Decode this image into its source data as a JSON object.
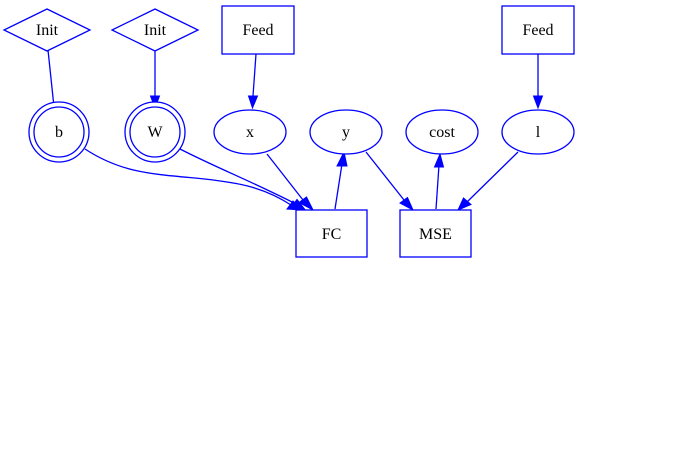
{
  "colors": {
    "stroke": "#0000ff",
    "fill": "#ffffff",
    "text": "#000000"
  },
  "nodes": {
    "init_b": {
      "label": "Init",
      "shape": "diamond"
    },
    "init_w": {
      "label": "Init",
      "shape": "diamond"
    },
    "feed_x": {
      "label": "Feed",
      "shape": "box"
    },
    "feed_l": {
      "label": "Feed",
      "shape": "box"
    },
    "b": {
      "label": "b",
      "shape": "doublecircle"
    },
    "w": {
      "label": "W",
      "shape": "doublecircle"
    },
    "x": {
      "label": "x",
      "shape": "ellipse"
    },
    "y": {
      "label": "y",
      "shape": "ellipse"
    },
    "cost": {
      "label": "cost",
      "shape": "ellipse"
    },
    "l": {
      "label": "l",
      "shape": "ellipse"
    },
    "fc": {
      "label": "FC",
      "shape": "box"
    },
    "mse": {
      "label": "MSE",
      "shape": "box"
    }
  },
  "edges": [
    {
      "from": "init_b",
      "to": "b"
    },
    {
      "from": "init_w",
      "to": "w"
    },
    {
      "from": "feed_x",
      "to": "x"
    },
    {
      "from": "feed_l",
      "to": "l"
    },
    {
      "from": "b",
      "to": "fc"
    },
    {
      "from": "w",
      "to": "fc"
    },
    {
      "from": "x",
      "to": "fc"
    },
    {
      "from": "fc",
      "to": "y"
    },
    {
      "from": "y",
      "to": "mse"
    },
    {
      "from": "mse",
      "to": "cost"
    },
    {
      "from": "l",
      "to": "mse"
    }
  ]
}
